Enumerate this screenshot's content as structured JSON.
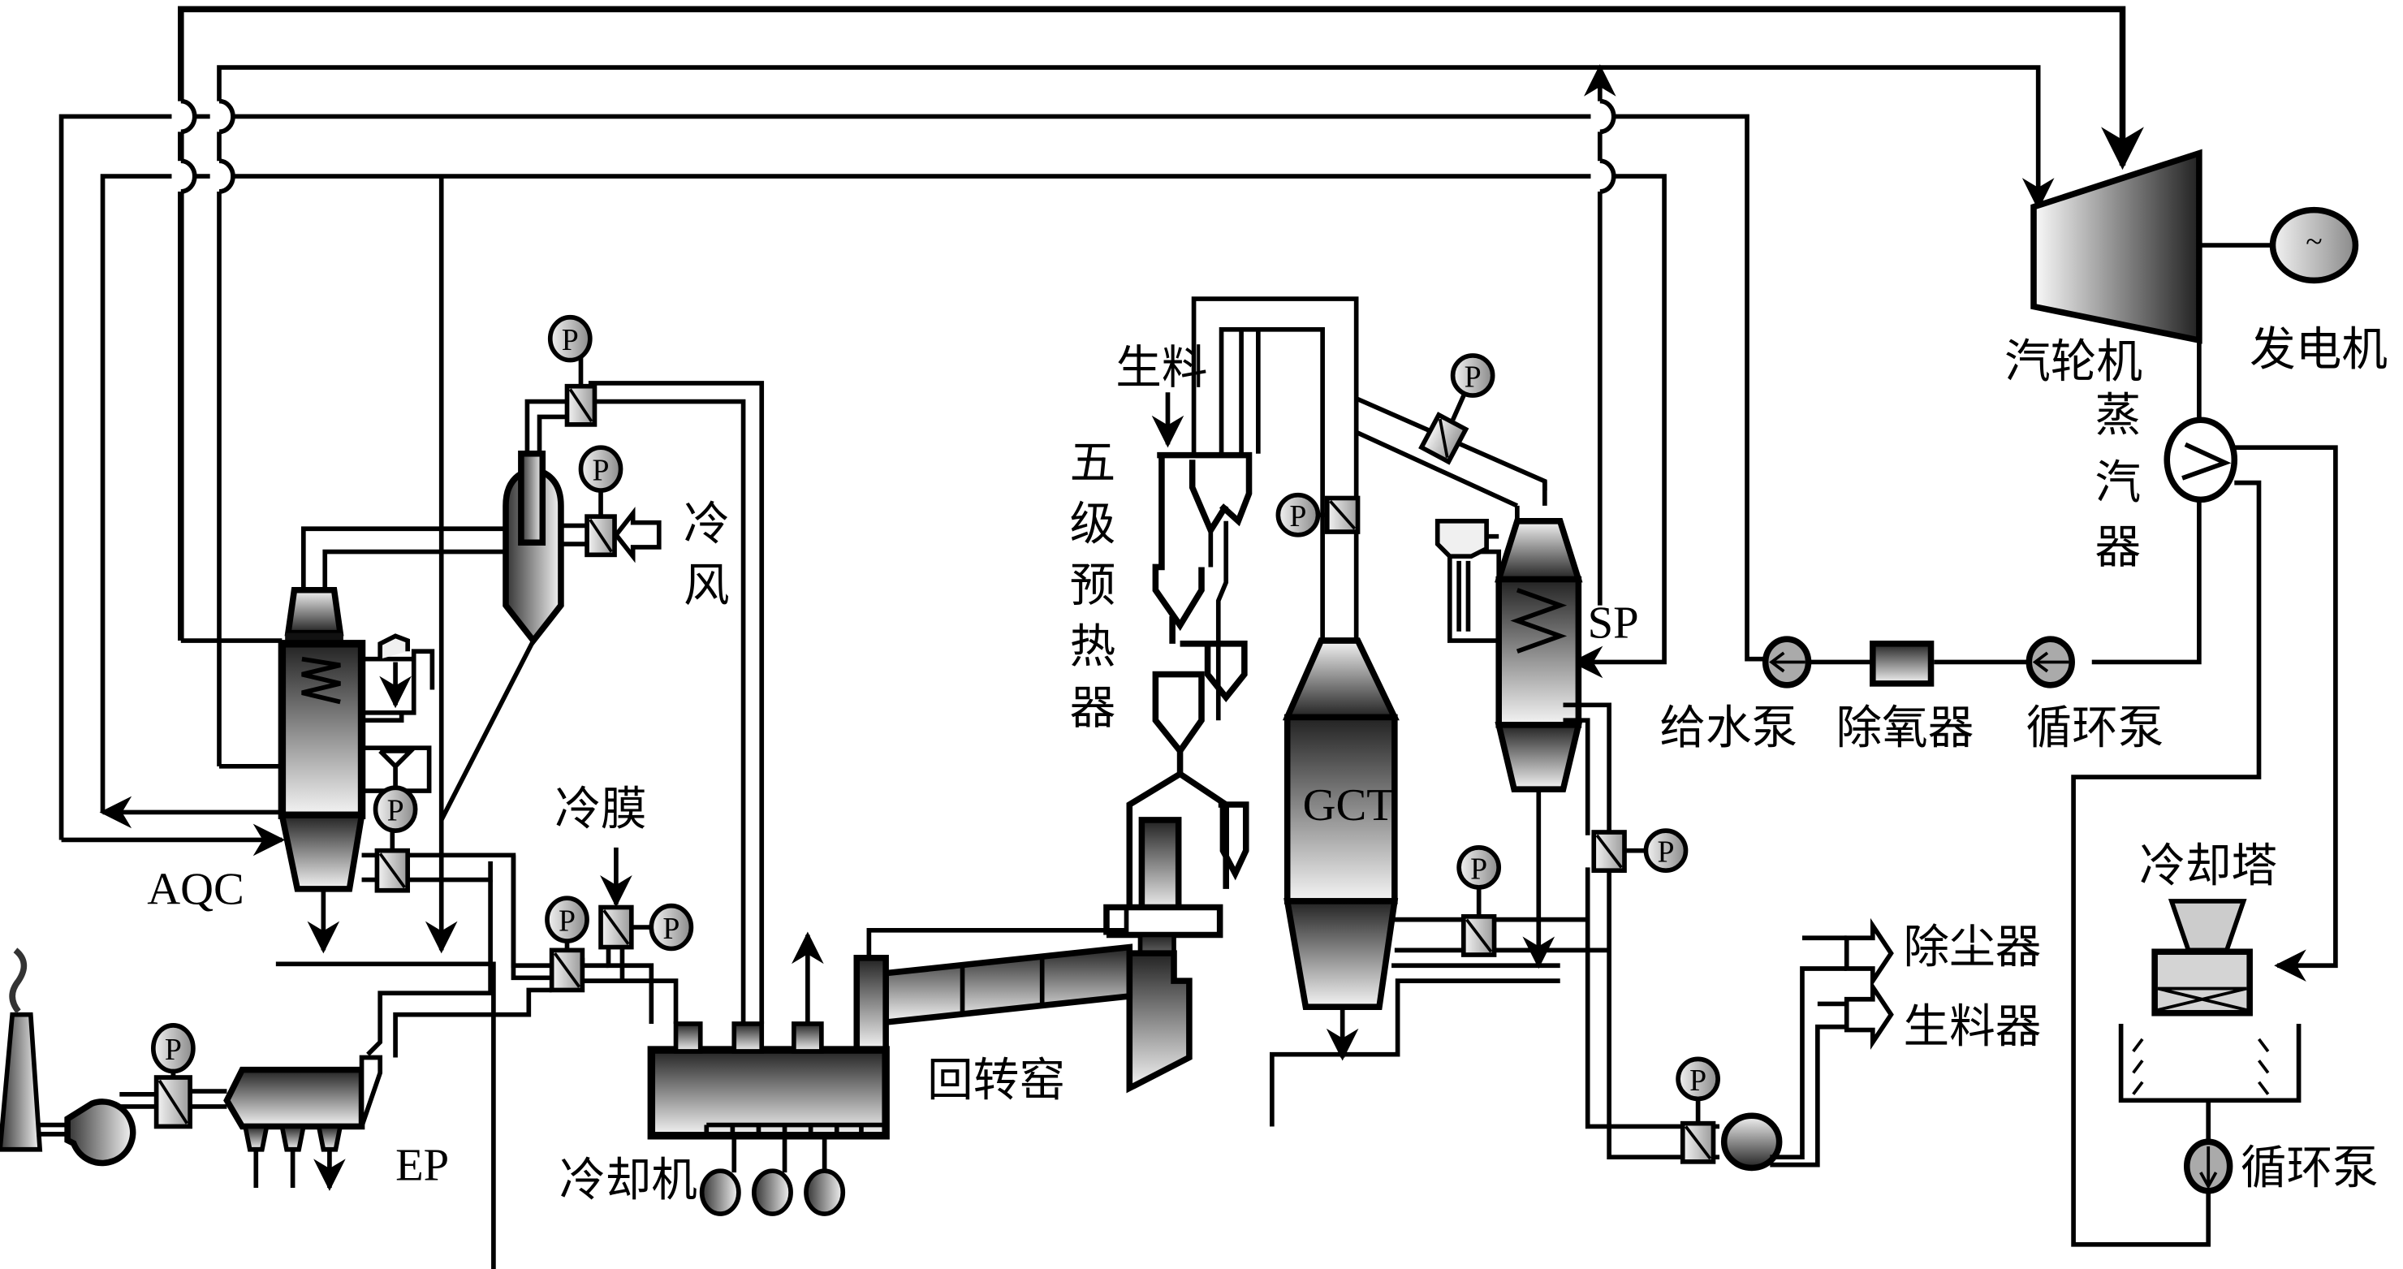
{
  "title": "水泥窑余热发电系统流程图",
  "labels": {
    "turbine": "汽轮机",
    "generator": "发电机",
    "generator_symbol": "~",
    "condenser": [
      "蒸",
      "汽",
      "器"
    ],
    "feed_pump": "给水泵",
    "deaerator": "除氧器",
    "circ_pump_top": "循环泵",
    "cooling_tower": "冷却塔",
    "circ_pump_bottom": "循环泵",
    "dust_collector": "除尘器",
    "raw_mill": "生料器",
    "raw_meal": "生料",
    "preheater": [
      "五",
      "级",
      "预",
      "热",
      "器"
    ],
    "gct": "GCT",
    "sp": "SP",
    "aqc": "AQC",
    "ep": "EP",
    "cold_air": [
      "冷",
      "风"
    ],
    "cold_film": "冷膜",
    "rotary_kiln": "回转窑",
    "clinker_cooler": "冷却机",
    "pressure_gauge": "P"
  }
}
